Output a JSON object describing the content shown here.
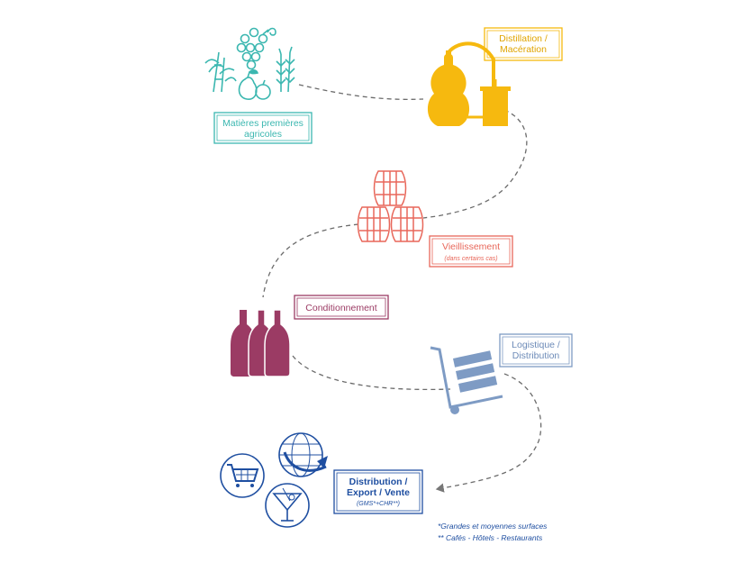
{
  "steps": {
    "raw_materials": {
      "line1": "Matières premières",
      "line2": "agricoles",
      "color": "#3bb7b0"
    },
    "distillation": {
      "line1": "Distillation /",
      "line2": "Macération",
      "color": "#f6b90f"
    },
    "aging": {
      "line1": "Vieillissement",
      "note": "(dans certains cas)",
      "color": "#e8675a"
    },
    "packaging": {
      "line1": "Conditionnement",
      "color": "#9b3b64"
    },
    "logistics": {
      "line1": "Logistique /",
      "line2": "Distribution",
      "color": "#7e9bc4"
    },
    "sales": {
      "line1": "Distribution /",
      "line2": "Export / Vente",
      "note": "(GMS*+CHR**)",
      "color": "#1f4fa1"
    }
  },
  "footnotes": {
    "note1": "*Grandes et moyennes surfaces",
    "note2": "** Cafés - Hôtels - Restaurants"
  },
  "icons": [
    "sugarcane-icon",
    "grapes-icon",
    "wheat-icon",
    "pear-apple-icon",
    "still-icon",
    "barrels-icon",
    "bottles-icon",
    "hand-truck-icon",
    "shopping-cart-icon",
    "globe-plane-icon",
    "cocktail-glass-icon"
  ]
}
